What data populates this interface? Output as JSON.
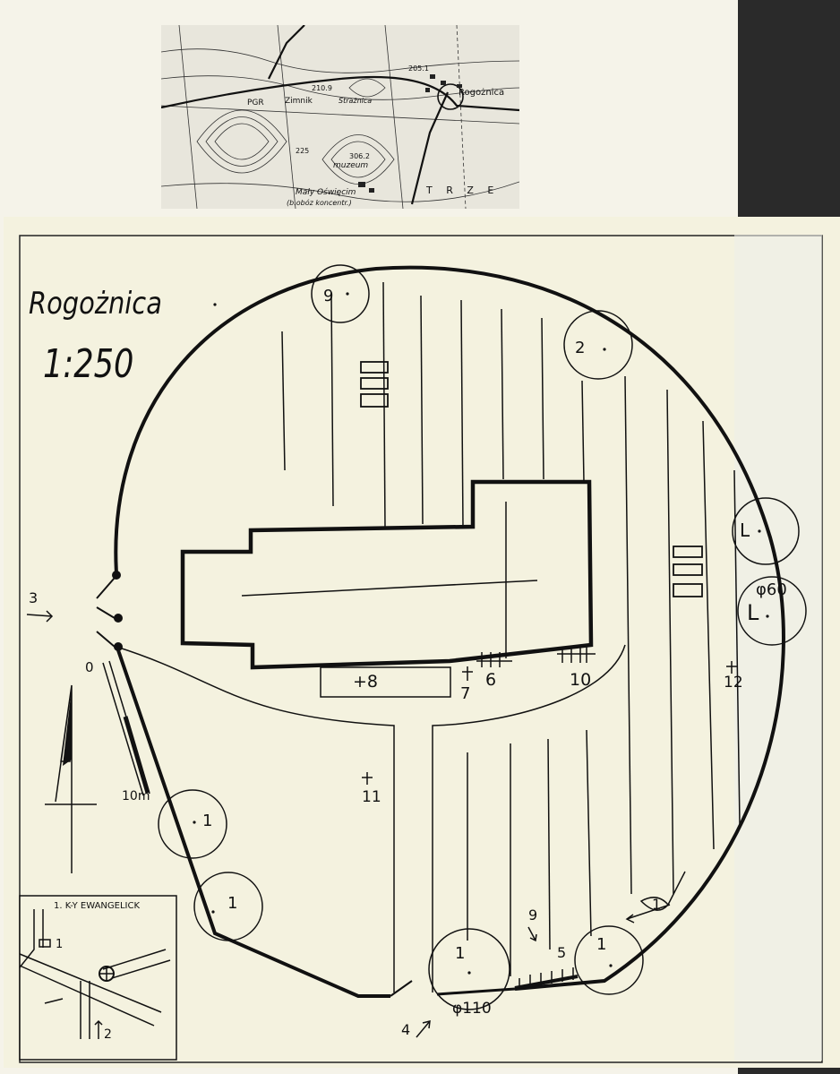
{
  "plan": {
    "title": "Rogożnica",
    "scale": "1:250"
  },
  "topo_map": {
    "labels": {
      "town": "Rogożnica",
      "village": "Zimnik",
      "pgr": "PGR",
      "camp": "Mały Oświęcim",
      "camp_sub": "(b.obóz koncentr.)",
      "muzeum": "muzeum",
      "height_1": "210.9",
      "height_2": "225",
      "height_3": "306.2",
      "height_4": "205.1",
      "straznica": "Strażnica",
      "grid_letters": "T R Z E"
    }
  },
  "graves": {
    "g9": "9",
    "g2": "2",
    "gL1": "L",
    "gL2": "L",
    "gL2_note": "φ60",
    "g1a": "1",
    "g1b": "1",
    "g1c": "1",
    "g1d": "1",
    "g1e": "1",
    "g1e_note": "φ110"
  },
  "markers": {
    "m3": "3",
    "m0": "0",
    "m10m": "10m",
    "m8": "+8",
    "m7": "7",
    "m6": "6",
    "m10": "10",
    "m12": "12",
    "m11": "11",
    "m9": "9",
    "m5": "5",
    "m4": "4"
  },
  "inset": {
    "label": "1. K-Y EWANGELICK",
    "num1": "1",
    "num2": "2"
  }
}
